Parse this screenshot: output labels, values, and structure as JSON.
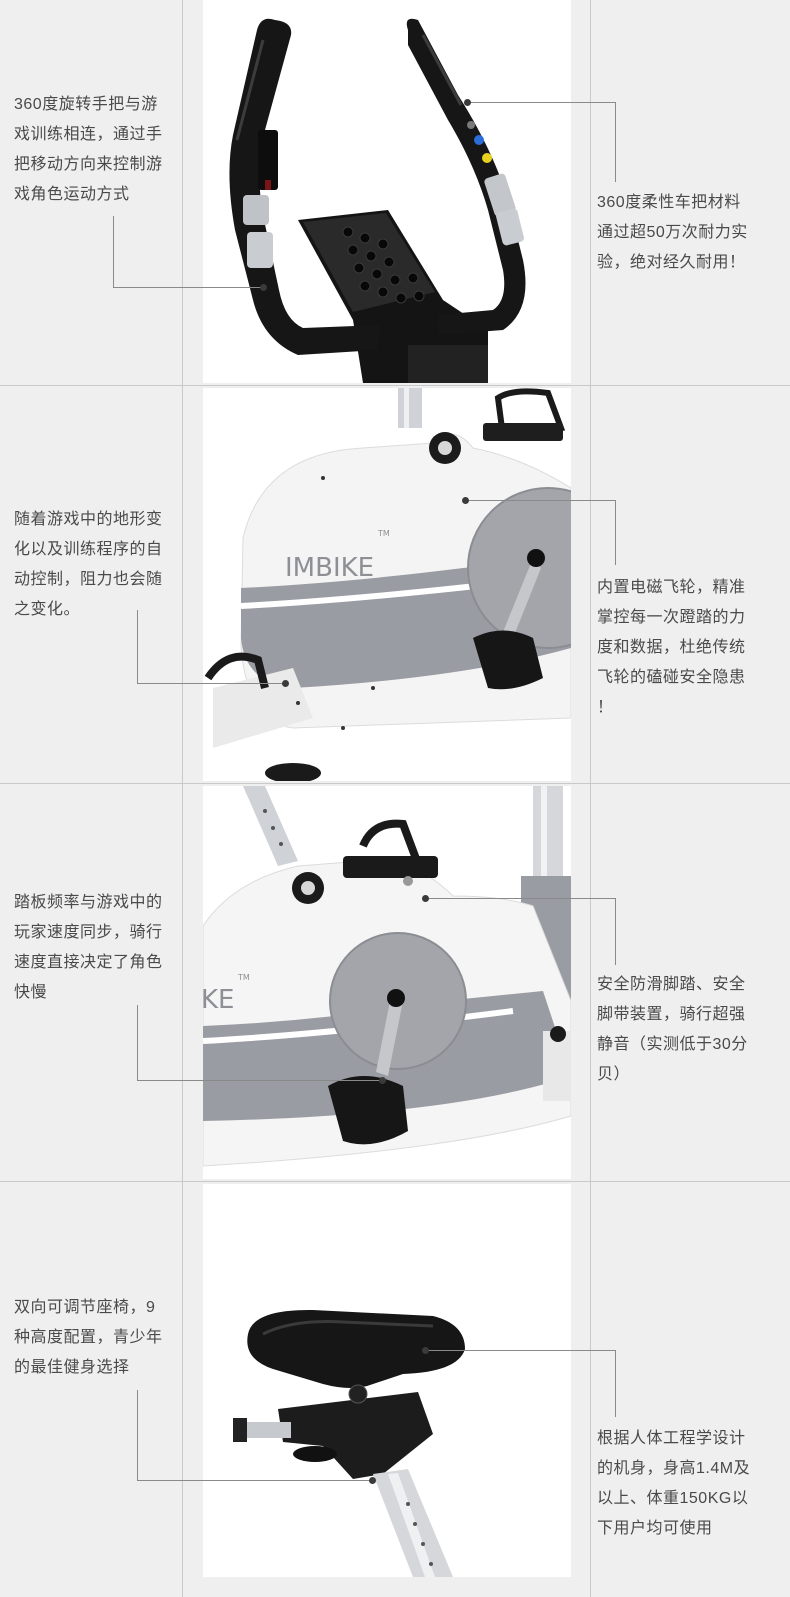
{
  "sections": [
    {
      "left_lines": [
        "360度旋转手把与游",
        "戏训练相连，通过手",
        "把移动方向来控制游",
        "戏角色运动方式"
      ],
      "right_lines": [
        "360度柔性车把材料",
        "通过超50万次耐力实",
        "验，绝对经久耐用！"
      ]
    },
    {
      "left_lines": [
        "随着游戏中的地形变",
        "化以及训练程序的自",
        "动控制，阻力也会随",
        "之变化。"
      ],
      "right_lines": [
        "内置电磁飞轮，精准",
        "掌控每一次蹬踏的力",
        "度和数据，杜绝传统",
        "飞轮的磕碰安全隐患",
        "！"
      ],
      "brand": "IMBIKE",
      "tm": "TM"
    },
    {
      "left_lines": [
        "踏板频率与游戏中的",
        "玩家速度同步，骑行",
        "速度直接决定了角色",
        "快慢"
      ],
      "right_lines": [
        "安全防滑脚踏、安全",
        "脚带装置，骑行超强",
        "静音（实测低于30分",
        "贝）"
      ],
      "brand": "KE",
      "tm": "TM"
    },
    {
      "left_lines": [
        "双向可调节座椅，9",
        "种高度配置，青少年",
        "的最佳健身选择"
      ],
      "right_lines": [
        "根据人体工程学设计",
        "的机身，身高1.4M及",
        "以上、体重150KG以",
        "下用户均可使用"
      ]
    }
  ],
  "colors": {
    "background": "#efeff0",
    "photo_bg": "#ffffff",
    "frame_black": "#1a1a1a",
    "panel_grey": "#9a9ca3",
    "frame_white": "#f4f4f4",
    "text": "#4a4a4a"
  }
}
